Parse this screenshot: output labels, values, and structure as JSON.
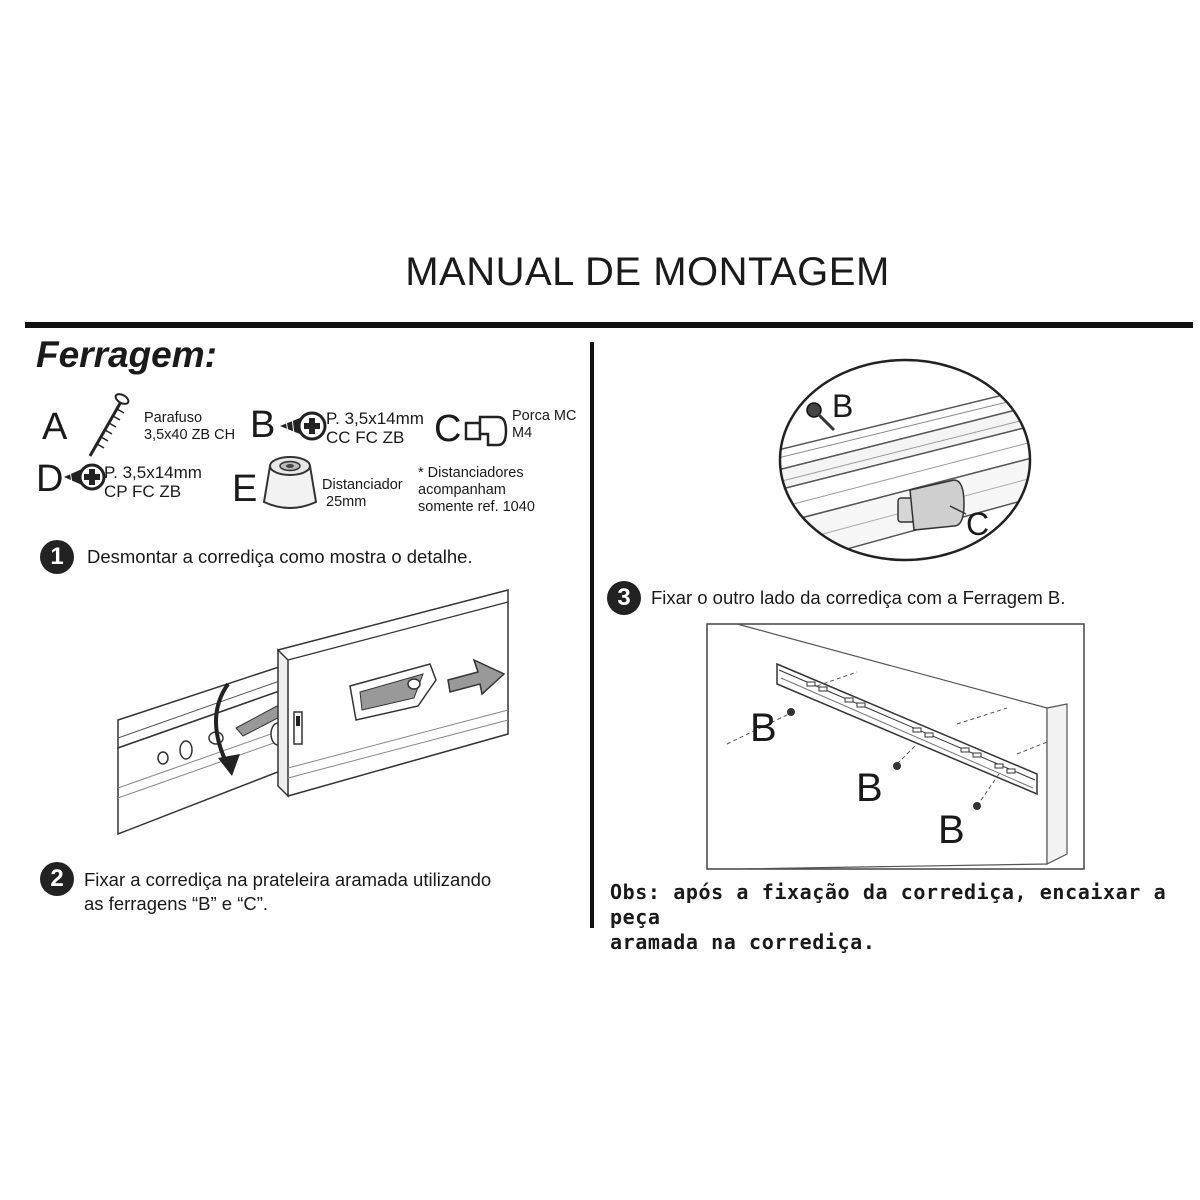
{
  "title": "MANUAL DE MONTAGEM",
  "section_heading": "Ferragem:",
  "hardware": [
    {
      "letter": "A",
      "line1": "Parafuso",
      "line2": "3,5x40 ZB CH",
      "icon": "screw-icon"
    },
    {
      "letter": "B",
      "line1": "P. 3,5x14mm",
      "line2": "CC FC ZB",
      "icon": "pan-screw-icon"
    },
    {
      "letter": "C",
      "line1": "Porca MC",
      "line2": "M4",
      "icon": "nut-icon"
    },
    {
      "letter": "D",
      "line1": "P. 3,5x14mm",
      "line2": "CP FC ZB",
      "icon": "pan-screw-icon"
    },
    {
      "letter": "E",
      "line1": "Distanciador",
      "line2": "25mm",
      "icon": "spacer-icon"
    }
  ],
  "spacer_note": {
    "line1": "* Distanciadores",
    "line2": "acompanham",
    "line3": "somente ref. 1040"
  },
  "steps": [
    {
      "number": "1",
      "line1": "Desmontar a corrediça como mostra o detalhe.",
      "line2": ""
    },
    {
      "number": "2",
      "line1": "Fixar a corrediça na prateleira aramada utilizando",
      "line2": "as ferragens “B” e “C”."
    },
    {
      "number": "3",
      "line1": "Fixar o outro lado da corrediça com a Ferragem B.",
      "line2": ""
    }
  ],
  "detail_callouts": {
    "b": "B",
    "c": "C"
  },
  "step3_callouts": [
    "B",
    "B",
    "B"
  ],
  "note": {
    "line1": "Obs: após a fixação da corrediça, encaixar a peça",
    "line2": "aramada na corrediça."
  }
}
